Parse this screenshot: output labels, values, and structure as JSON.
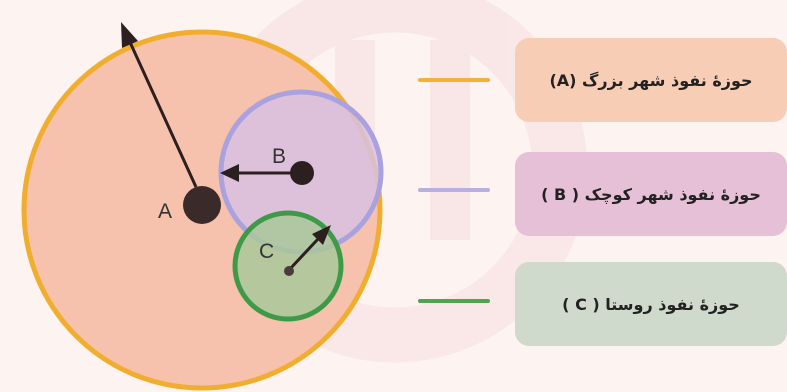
{
  "points": {
    "a": "A",
    "b": "B",
    "c": "C"
  },
  "legend": [
    {
      "text": "حوزهٔ نفوذ شهر بزرگ (A)",
      "line_color": "#f1b13b",
      "box_color": "#f8cdb6"
    },
    {
      "text": "حوزهٔ نفوذ شهر کوچک ( B )",
      "line_color": "#b7b0e0",
      "box_color": "#e6c0d6"
    },
    {
      "text": "حوزهٔ نفوذ روستا ( C )",
      "line_color": "#4ea54e",
      "box_color": "#cfd9cc"
    }
  ],
  "colors": {
    "circle_a_fill": "#f7c2ad",
    "circle_a_stroke": "#f0ad2e",
    "circle_b_fill": "#d8c1e2",
    "circle_b_stroke": "#a9a2de",
    "circle_c_fill": "#a9c89a",
    "circle_c_stroke": "#3f9a48",
    "point_color": "#3a2a2a",
    "watermark": "#f3dede"
  }
}
